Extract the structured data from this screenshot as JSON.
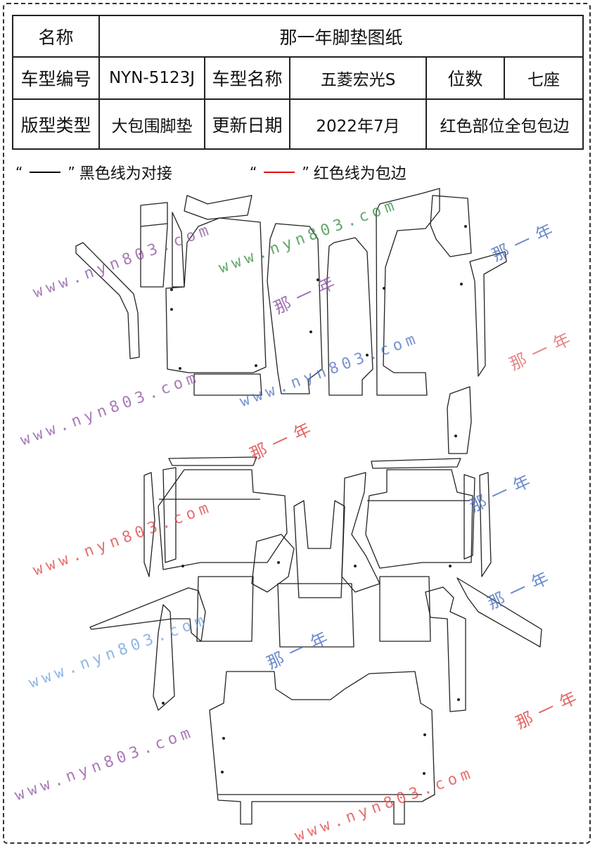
{
  "title": "那一年脚垫图纸",
  "table": {
    "name_label": "名称",
    "model_code_label": "车型编号",
    "model_code": "NYN-5123J",
    "model_name_label": "车型名称",
    "model_name": "五菱宏光S",
    "seats_label": "位数",
    "seats": "七座",
    "type_label": "版型类型",
    "type": "大包围脚垫",
    "update_label": "更新日期",
    "update_date": "2022年7月",
    "note": "红色部位全包包边"
  },
  "legend": {
    "black_text": "黑色线为对接",
    "red_text": "红色线为包边",
    "open_quote": "“",
    "close_quote": "”",
    "black_color": "#000000",
    "red_color": "#e01010"
  },
  "watermark": {
    "url": "www.nyn803.com",
    "brand": "那一年",
    "colors": [
      "#8a4fa0",
      "#2e8b3a",
      "#e04040",
      "#4a6fc0",
      "#e06a6a"
    ]
  }
}
